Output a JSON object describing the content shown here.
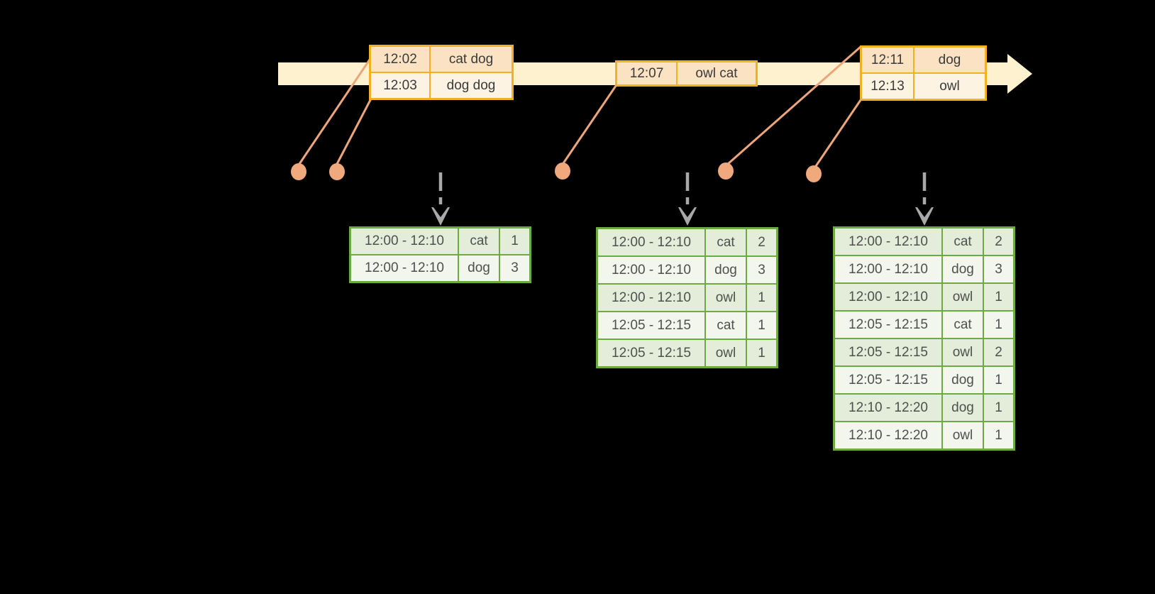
{
  "timeline": {
    "event_groups": [
      {
        "events": [
          {
            "time": "12:02",
            "words": "cat dog"
          },
          {
            "time": "12:03",
            "words": "dog dog"
          }
        ]
      },
      {
        "events": [
          {
            "time": "12:07",
            "words": "owl cat"
          }
        ]
      },
      {
        "events": [
          {
            "time": "12:11",
            "words": "dog"
          },
          {
            "time": "12:13",
            "words": "owl"
          }
        ]
      }
    ]
  },
  "result_tables": [
    {
      "rows": [
        {
          "window": "12:00 - 12:10",
          "word": "cat",
          "count": "1"
        },
        {
          "window": "12:00 - 12:10",
          "word": "dog",
          "count": "3"
        }
      ]
    },
    {
      "rows": [
        {
          "window": "12:00 - 12:10",
          "word": "cat",
          "count": "2"
        },
        {
          "window": "12:00 - 12:10",
          "word": "dog",
          "count": "3"
        },
        {
          "window": "12:00 - 12:10",
          "word": "owl",
          "count": "1"
        },
        {
          "window": "12:05 - 12:15",
          "word": "cat",
          "count": "1"
        },
        {
          "window": "12:05 - 12:15",
          "word": "owl",
          "count": "1"
        }
      ]
    },
    {
      "rows": [
        {
          "window": "12:00 - 12:10",
          "word": "cat",
          "count": "2"
        },
        {
          "window": "12:00 - 12:10",
          "word": "dog",
          "count": "3"
        },
        {
          "window": "12:00 - 12:10",
          "word": "owl",
          "count": "1"
        },
        {
          "window": "12:05 - 12:15",
          "word": "cat",
          "count": "1"
        },
        {
          "window": "12:05 - 12:15",
          "word": "owl",
          "count": "2"
        },
        {
          "window": "12:05 - 12:15",
          "word": "dog",
          "count": "1"
        },
        {
          "window": "12:10 - 12:20",
          "word": "dog",
          "count": "1"
        },
        {
          "window": "12:10 - 12:20",
          "word": "owl",
          "count": "1"
        }
      ]
    }
  ],
  "colors": {
    "background": "#000000",
    "timeline_band": "#fdf1cf",
    "event_table_border": "#f2b123",
    "event_row_dark": "#fae2c2",
    "event_row_light": "#fdf3e2",
    "connector_and_dots": "#eda57b",
    "trigger_arrow_gray": "#a9a9a9",
    "result_table_border": "#6cab44",
    "result_row_dark": "#e4edda",
    "result_row_light": "#f2f6ec"
  }
}
